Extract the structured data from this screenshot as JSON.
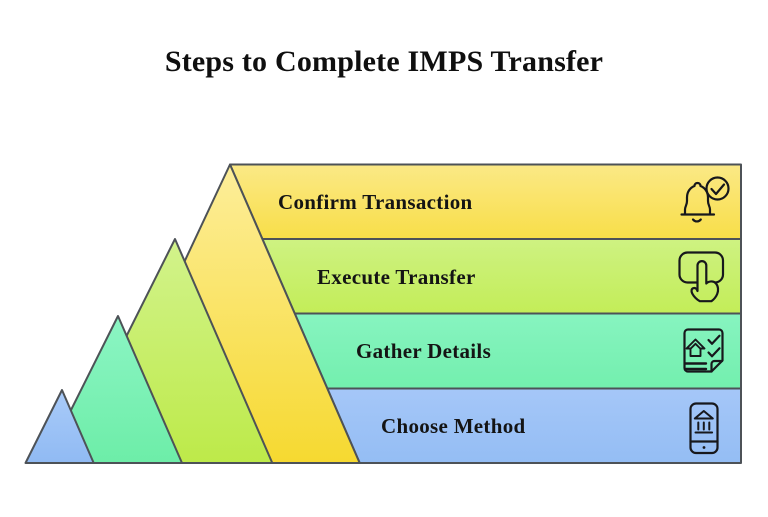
{
  "title": "Steps to Complete IMPS Transfer",
  "steps": [
    {
      "label": "Confirm Transaction",
      "icon": "bell-check-icon",
      "color_top": "#FBE987",
      "color_bottom": "#F8DE48"
    },
    {
      "label": "Execute Transfer",
      "icon": "tap-press-icon",
      "color_top": "#CEF282",
      "color_bottom": "#C3ED58"
    },
    {
      "label": "Gather Details",
      "icon": "checklist-document-icon",
      "color_top": "#87F4C0",
      "color_bottom": "#73EFAE"
    },
    {
      "label": "Choose Method",
      "icon": "mobile-banking-icon",
      "color_top": "#A5C7F8",
      "color_bottom": "#94BDF4"
    }
  ],
  "colors": {
    "outline": "#4D5257",
    "icon_stroke": "#17181C",
    "background": "#FFFFFF",
    "text": "#121212"
  }
}
